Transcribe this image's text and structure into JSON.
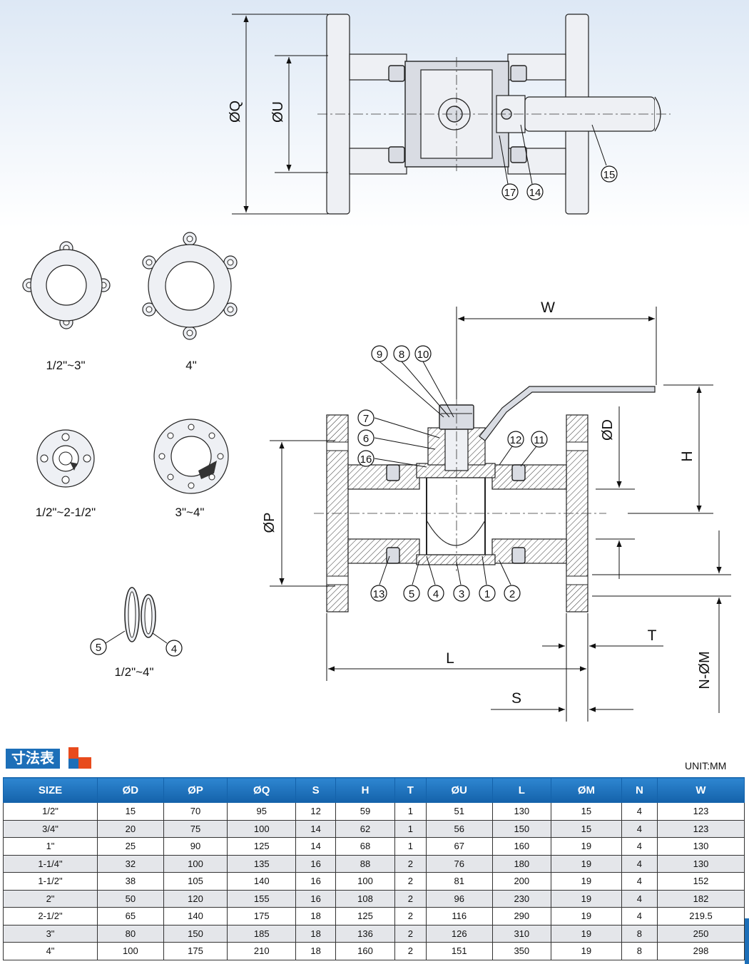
{
  "top_view": {
    "dim_q": "ØQ",
    "dim_u": "ØU",
    "callouts": [
      "17",
      "14",
      "15"
    ]
  },
  "flange_views": {
    "top_left_label": "1/2\"~3\"",
    "top_right_label": "4\"",
    "bottom_left_label": "1/2\"~2-1/2\"",
    "bottom_right_label": "3\"~4\""
  },
  "seat_view": {
    "label": "1/2\"~4\"",
    "callouts": [
      "5",
      "4"
    ]
  },
  "section_view": {
    "dim_w": "W",
    "dim_d": "ØD",
    "dim_h": "H",
    "dim_p": "ØP",
    "dim_l": "L",
    "dim_t": "T",
    "dim_s": "S",
    "dim_nm": "N-ØM",
    "callouts_top": [
      "9",
      "8",
      "10"
    ],
    "callouts_left": [
      "7",
      "6",
      "16"
    ],
    "callouts_right": [
      "12",
      "11"
    ],
    "callouts_bottom": [
      "13",
      "5",
      "4",
      "3",
      "1",
      "2"
    ]
  },
  "table": {
    "title": "寸法表",
    "unit": "UNIT:MM",
    "headers": [
      "SIZE",
      "ØD",
      "ØP",
      "ØQ",
      "S",
      "H",
      "T",
      "ØU",
      "L",
      "ØM",
      "N",
      "W"
    ],
    "rows": [
      [
        "1/2\"",
        "15",
        "70",
        "95",
        "12",
        "59",
        "1",
        "51",
        "130",
        "15",
        "4",
        "123"
      ],
      [
        "3/4\"",
        "20",
        "75",
        "100",
        "14",
        "62",
        "1",
        "56",
        "150",
        "15",
        "4",
        "123"
      ],
      [
        "1\"",
        "25",
        "90",
        "125",
        "14",
        "68",
        "1",
        "67",
        "160",
        "19",
        "4",
        "130"
      ],
      [
        "1-1/4\"",
        "32",
        "100",
        "135",
        "16",
        "88",
        "2",
        "76",
        "180",
        "19",
        "4",
        "130"
      ],
      [
        "1-1/2\"",
        "38",
        "105",
        "140",
        "16",
        "100",
        "2",
        "81",
        "200",
        "19",
        "4",
        "152"
      ],
      [
        "2\"",
        "50",
        "120",
        "155",
        "16",
        "108",
        "2",
        "96",
        "230",
        "19",
        "4",
        "182"
      ],
      [
        "2-1/2\"",
        "65",
        "140",
        "175",
        "18",
        "125",
        "2",
        "116",
        "290",
        "19",
        "4",
        "219.5"
      ],
      [
        "3\"",
        "80",
        "150",
        "185",
        "18",
        "136",
        "2",
        "126",
        "310",
        "19",
        "8",
        "250"
      ],
      [
        "4\"",
        "100",
        "175",
        "210",
        "18",
        "160",
        "2",
        "151",
        "350",
        "19",
        "8",
        "298"
      ]
    ]
  },
  "colors": {
    "header_blue": "#1d6fb8",
    "accent_orange": "#e84b1c"
  }
}
